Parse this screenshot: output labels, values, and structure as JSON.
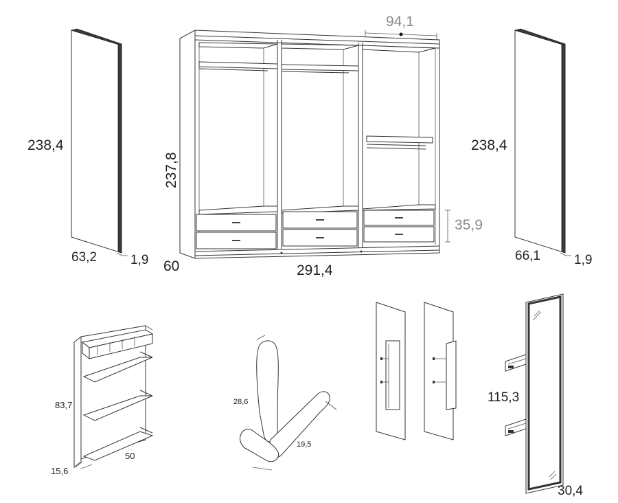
{
  "dimensions": {
    "door_left_height": "238,4",
    "door_left_width": "63,2",
    "door_left_thickness": "1,9",
    "wardrobe_height": "237,8",
    "wardrobe_depth": "60",
    "wardrobe_width": "291,4",
    "module_width": "94,1",
    "drawer_height": "35,9",
    "door_right_height": "238,4",
    "door_right_width": "66,1",
    "door_right_thickness": "1,9",
    "shoe_rack_height": "83,7",
    "shoe_rack_depth": "15,6",
    "shoe_rack_width": "50",
    "hanger_length": "28,6",
    "hanger_width": "19,5",
    "mirror_height": "115,3",
    "mirror_width": "30,4"
  }
}
